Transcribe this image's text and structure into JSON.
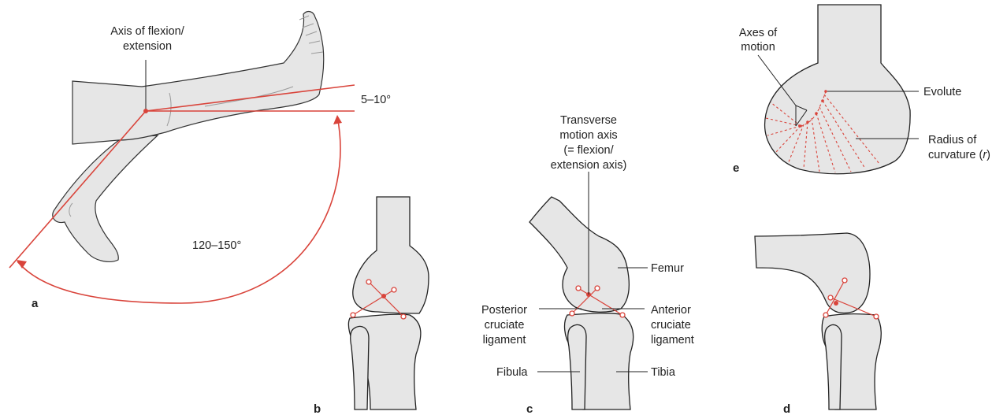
{
  "colors": {
    "accent": "#d9443b",
    "tissue": "#e6e6e6",
    "outline": "#222222"
  },
  "panel_a": {
    "letter": "a",
    "axis_label_line1": "Axis of flexion/",
    "axis_label_line2": "extension",
    "hyperextension": "5–10°",
    "flexion_range": "120–150°"
  },
  "panel_b": {
    "letter": "b"
  },
  "panel_c": {
    "letter": "c",
    "transverse_line1": "Transverse",
    "transverse_line2": "motion axis",
    "transverse_line3": "(= flexion/",
    "transverse_line4": "extension axis)",
    "femur": "Femur",
    "posterior_line1": "Posterior",
    "posterior_line2": "cruciate",
    "posterior_line3": "ligament",
    "anterior_line1": "Anterior",
    "anterior_line2": "cruciate",
    "anterior_line3": "ligament",
    "fibula": "Fibula",
    "tibia": "Tibia"
  },
  "panel_d": {
    "letter": "d"
  },
  "panel_e": {
    "letter": "e",
    "axes_line1": "Axes of",
    "axes_line2": "motion",
    "evolute": "Evolute",
    "radius_line1": "Radius of",
    "radius_line2_prefix": "curvature (",
    "radius_symbol": "r",
    "radius_line2_suffix": ")"
  }
}
